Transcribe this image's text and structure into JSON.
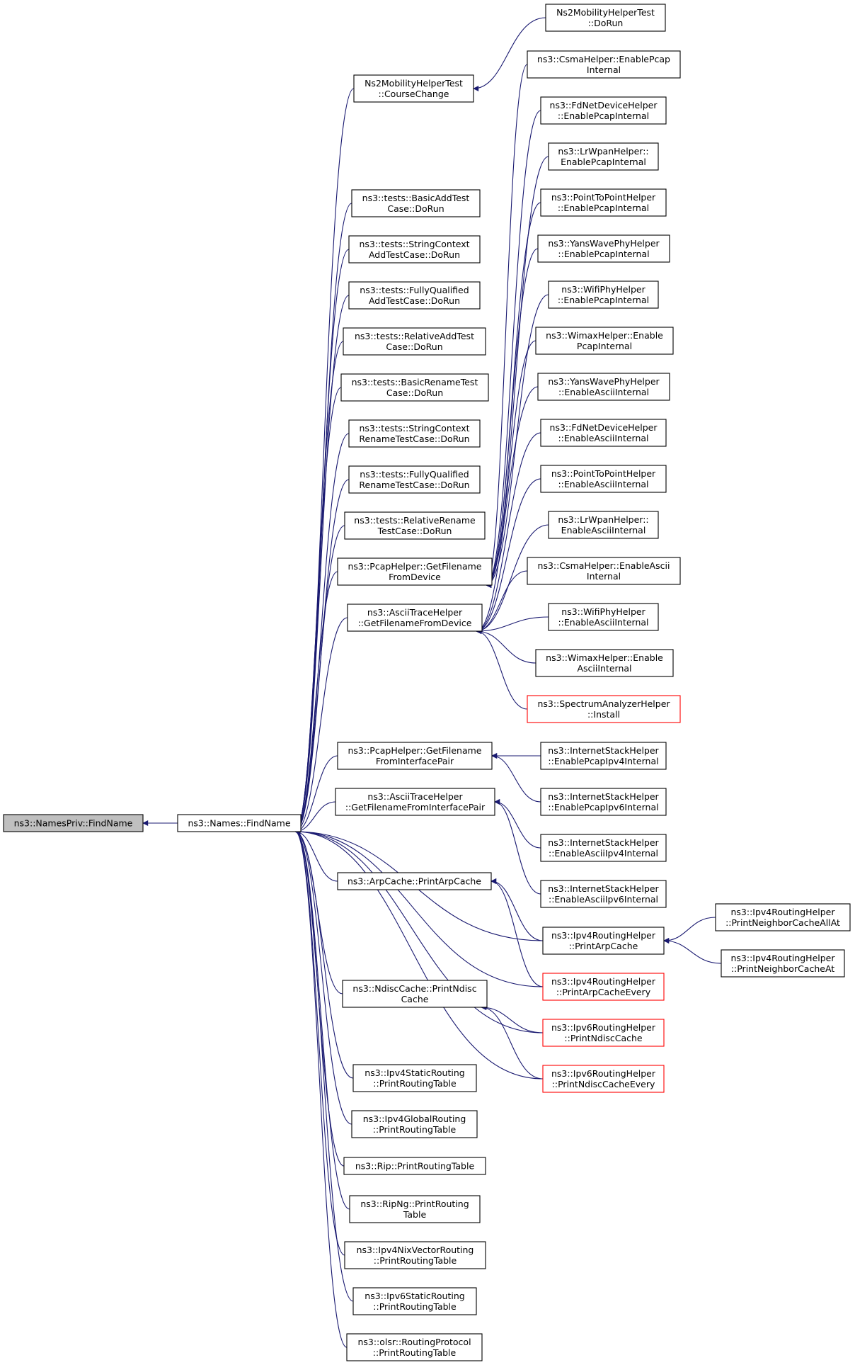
{
  "colors": {
    "edge": "#191970",
    "border": "#000000",
    "link_border": "#ff0000",
    "root_fill": "#bfbfbf",
    "fill": "#ffffff"
  },
  "nodes": [
    {
      "id": "root",
      "lines": [
        "ns3::NamesPriv::FindName"
      ],
      "style": "root"
    },
    {
      "id": "findname",
      "lines": [
        "ns3::Names::FindName"
      ]
    },
    {
      "id": "ns2course",
      "lines": [
        "Ns2MobilityHelperTest",
        "::CourseChange"
      ]
    },
    {
      "id": "ns2dorun",
      "lines": [
        "Ns2MobilityHelperTest",
        "::DoRun"
      ]
    },
    {
      "id": "basicadd",
      "lines": [
        "ns3::tests::BasicAddTest",
        "Case::DoRun"
      ]
    },
    {
      "id": "strctxadd",
      "lines": [
        "ns3::tests::StringContext",
        "AddTestCase::DoRun"
      ]
    },
    {
      "id": "fqadd",
      "lines": [
        "ns3::tests::FullyQualified",
        "AddTestCase::DoRun"
      ]
    },
    {
      "id": "reladd",
      "lines": [
        "ns3::tests::RelativeAddTest",
        "Case::DoRun"
      ]
    },
    {
      "id": "basicren",
      "lines": [
        "ns3::tests::BasicRenameTest",
        "Case::DoRun"
      ]
    },
    {
      "id": "strctxren",
      "lines": [
        "ns3::tests::StringContext",
        "RenameTestCase::DoRun"
      ]
    },
    {
      "id": "fqren",
      "lines": [
        "ns3::tests::FullyQualified",
        "RenameTestCase::DoRun"
      ]
    },
    {
      "id": "relren",
      "lines": [
        "ns3::tests::RelativeRename",
        "TestCase::DoRun"
      ]
    },
    {
      "id": "pcapdev",
      "lines": [
        "ns3::PcapHelper::GetFilename",
        "FromDevice"
      ]
    },
    {
      "id": "asciidev",
      "lines": [
        "ns3::AsciiTraceHelper",
        "::GetFilenameFromDevice"
      ]
    },
    {
      "id": "pcapif",
      "lines": [
        "ns3::PcapHelper::GetFilename",
        "FromInterfacePair"
      ]
    },
    {
      "id": "asciiif",
      "lines": [
        "ns3::AsciiTraceHelper",
        "::GetFilenameFromInterfacePair"
      ]
    },
    {
      "id": "arpcache",
      "lines": [
        "ns3::ArpCache::PrintArpCache"
      ]
    },
    {
      "id": "ndisc",
      "lines": [
        "ns3::NdiscCache::PrintNdisc",
        "Cache"
      ]
    },
    {
      "id": "ipv4static",
      "lines": [
        "ns3::Ipv4StaticRouting",
        "::PrintRoutingTable"
      ]
    },
    {
      "id": "ipv4global",
      "lines": [
        "ns3::Ipv4GlobalRouting",
        "::PrintRoutingTable"
      ]
    },
    {
      "id": "rip",
      "lines": [
        "ns3::Rip::PrintRoutingTable"
      ]
    },
    {
      "id": "ripng",
      "lines": [
        "ns3::RipNg::PrintRouting",
        "Table"
      ]
    },
    {
      "id": "nix",
      "lines": [
        "ns3::Ipv4NixVectorRouting",
        "::PrintRoutingTable"
      ]
    },
    {
      "id": "ipv6static",
      "lines": [
        "ns3::Ipv6StaticRouting",
        "::PrintRoutingTable"
      ]
    },
    {
      "id": "olsr",
      "lines": [
        "ns3::olsr::RoutingProtocol",
        "::PrintRoutingTable"
      ]
    },
    {
      "id": "csmapcap",
      "lines": [
        "ns3::CsmaHelper::EnablePcap",
        "Internal"
      ]
    },
    {
      "id": "fdpcap",
      "lines": [
        "ns3::FdNetDeviceHelper",
        "::EnablePcapInternal"
      ]
    },
    {
      "id": "lrpcap",
      "lines": [
        "ns3::LrWpanHelper::",
        "EnablePcapInternal"
      ]
    },
    {
      "id": "p2ppcap",
      "lines": [
        "ns3::PointToPointHelper",
        "::EnablePcapInternal"
      ]
    },
    {
      "id": "yanspcap",
      "lines": [
        "ns3::YansWavePhyHelper",
        "::EnablePcapInternal"
      ]
    },
    {
      "id": "wifipcap",
      "lines": [
        "ns3::WifiPhyHelper",
        "::EnablePcapInternal"
      ]
    },
    {
      "id": "wimaxpcap",
      "lines": [
        "ns3::WimaxHelper::Enable",
        "PcapInternal"
      ]
    },
    {
      "id": "yansascii",
      "lines": [
        "ns3::YansWavePhyHelper",
        "::EnableAsciiInternal"
      ]
    },
    {
      "id": "fdascii",
      "lines": [
        "ns3::FdNetDeviceHelper",
        "::EnableAsciiInternal"
      ]
    },
    {
      "id": "p2pascii",
      "lines": [
        "ns3::PointToPointHelper",
        "::EnableAsciiInternal"
      ]
    },
    {
      "id": "lrascii",
      "lines": [
        "ns3::LrWpanHelper::",
        "EnableAsciiInternal"
      ]
    },
    {
      "id": "csmaascii",
      "lines": [
        "ns3::CsmaHelper::EnableAscii",
        "Internal"
      ]
    },
    {
      "id": "wifiascii",
      "lines": [
        "ns3::WifiPhyHelper",
        "::EnableAsciiInternal"
      ]
    },
    {
      "id": "wimaxascii",
      "lines": [
        "ns3::WimaxHelper::Enable",
        "AsciiInternal"
      ]
    },
    {
      "id": "spectrum",
      "lines": [
        "ns3::SpectrumAnalyzerHelper",
        "::Install"
      ],
      "style": "link"
    },
    {
      "id": "isepcap4",
      "lines": [
        "ns3::InternetStackHelper",
        "::EnablePcapIpv4Internal"
      ]
    },
    {
      "id": "isepcap6",
      "lines": [
        "ns3::InternetStackHelper",
        "::EnablePcapIpv6Internal"
      ]
    },
    {
      "id": "iseascii4",
      "lines": [
        "ns3::InternetStackHelper",
        "::EnableAsciiIpv4Internal"
      ]
    },
    {
      "id": "iseascii6",
      "lines": [
        "ns3::InternetStackHelper",
        "::EnableAsciiIpv6Internal"
      ]
    },
    {
      "id": "ipv4printarp",
      "lines": [
        "ns3::Ipv4RoutingHelper",
        "::PrintArpCache"
      ]
    },
    {
      "id": "ipv4arpevery",
      "lines": [
        "ns3::Ipv4RoutingHelper",
        "::PrintArpCacheEvery"
      ],
      "style": "link"
    },
    {
      "id": "ipv6ndisc",
      "lines": [
        "ns3::Ipv6RoutingHelper",
        "::PrintNdiscCache"
      ],
      "style": "link"
    },
    {
      "id": "ipv6ndiscevery",
      "lines": [
        "ns3::Ipv6RoutingHelper",
        "::PrintNdiscCacheEvery"
      ],
      "style": "link"
    },
    {
      "id": "neighall",
      "lines": [
        "ns3::Ipv4RoutingHelper",
        "::PrintNeighborCacheAllAt"
      ]
    },
    {
      "id": "neighat",
      "lines": [
        "ns3::Ipv4RoutingHelper",
        "::PrintNeighborCacheAt"
      ]
    }
  ],
  "edges": [
    [
      "findname",
      "root"
    ],
    [
      "ns2dorun",
      "ns2course"
    ],
    [
      "ns2course",
      "findname"
    ],
    [
      "basicadd",
      "findname"
    ],
    [
      "strctxadd",
      "findname"
    ],
    [
      "fqadd",
      "findname"
    ],
    [
      "reladd",
      "findname"
    ],
    [
      "basicren",
      "findname"
    ],
    [
      "strctxren",
      "findname"
    ],
    [
      "fqren",
      "findname"
    ],
    [
      "relren",
      "findname"
    ],
    [
      "pcapdev",
      "findname"
    ],
    [
      "asciidev",
      "findname"
    ],
    [
      "pcapif",
      "findname"
    ],
    [
      "asciiif",
      "findname"
    ],
    [
      "arpcache",
      "findname"
    ],
    [
      "ndisc",
      "findname"
    ],
    [
      "ipv4static",
      "findname"
    ],
    [
      "ipv4global",
      "findname"
    ],
    [
      "rip",
      "findname"
    ],
    [
      "ripng",
      "findname"
    ],
    [
      "nix",
      "findname"
    ],
    [
      "ipv6static",
      "findname"
    ],
    [
      "olsr",
      "findname"
    ],
    [
      "ipv4printarp",
      "findname"
    ],
    [
      "ipv4arpevery",
      "findname"
    ],
    [
      "ipv6ndisc",
      "findname"
    ],
    [
      "ipv6ndiscevery",
      "findname"
    ],
    [
      "csmapcap",
      "pcapdev"
    ],
    [
      "fdpcap",
      "pcapdev"
    ],
    [
      "lrpcap",
      "pcapdev"
    ],
    [
      "p2ppcap",
      "pcapdev"
    ],
    [
      "yanspcap",
      "pcapdev"
    ],
    [
      "wifipcap",
      "pcapdev"
    ],
    [
      "wimaxpcap",
      "pcapdev"
    ],
    [
      "yansascii",
      "asciidev"
    ],
    [
      "fdascii",
      "asciidev"
    ],
    [
      "p2pascii",
      "asciidev"
    ],
    [
      "lrascii",
      "asciidev"
    ],
    [
      "csmaascii",
      "asciidev"
    ],
    [
      "wifiascii",
      "asciidev"
    ],
    [
      "wimaxascii",
      "asciidev"
    ],
    [
      "spectrum",
      "asciidev"
    ],
    [
      "isepcap4",
      "pcapif"
    ],
    [
      "isepcap6",
      "pcapif"
    ],
    [
      "iseascii4",
      "asciiif"
    ],
    [
      "iseascii6",
      "asciiif"
    ],
    [
      "ipv4printarp",
      "arpcache"
    ],
    [
      "ipv4arpevery",
      "arpcache"
    ],
    [
      "ipv6ndisc",
      "ndisc"
    ],
    [
      "ipv6ndiscevery",
      "ndisc"
    ],
    [
      "neighall",
      "ipv4printarp"
    ],
    [
      "neighat",
      "ipv4printarp"
    ]
  ]
}
